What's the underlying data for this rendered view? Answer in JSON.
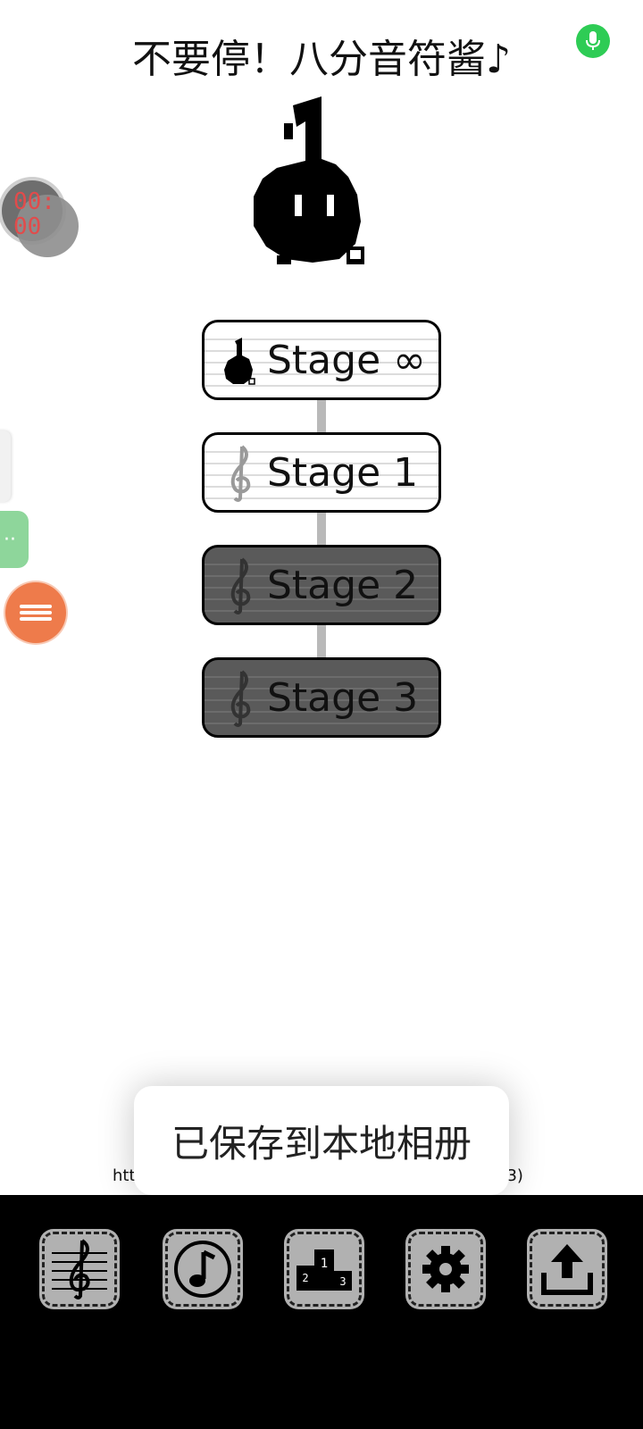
{
  "header": {
    "title": "不要停！八分音符酱♪"
  },
  "timer": {
    "text": "00:\n00"
  },
  "stages": [
    {
      "label": "Stage ∞",
      "icon": "eighth-note-mascot-icon",
      "state": "unlocked"
    },
    {
      "label": "Stage 1",
      "icon": "treble-clef-icon",
      "state": "unlocked"
    },
    {
      "label": "Stage 2",
      "icon": "treble-clef-icon",
      "state": "locked"
    },
    {
      "label": "Stage 3",
      "icon": "treble-clef-icon",
      "state": "locked"
    }
  ],
  "footer": {
    "url_left": "htt",
    "url_right": "03)"
  },
  "toast": {
    "message": "已保存到本地相册"
  },
  "bottom_nav": [
    {
      "name": "sheet-music-icon"
    },
    {
      "name": "music-note-icon"
    },
    {
      "name": "leaderboard-icon"
    },
    {
      "name": "settings-gear-icon"
    },
    {
      "name": "share-upload-icon"
    }
  ],
  "colors": {
    "mic_green": "#2ecc55",
    "fab_orange": "#ee7b4b",
    "locked_stage": "#5a5a5a",
    "nav_button": "#b1b1b1"
  }
}
